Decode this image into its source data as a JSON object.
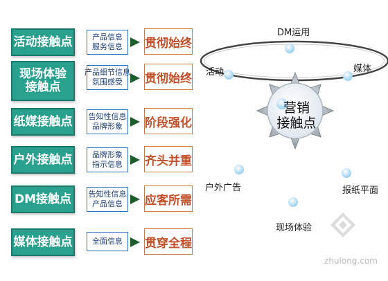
{
  "rows": [
    {
      "touchpoint": "活动接触点",
      "info": [
        "产品信息",
        "服务信息"
      ],
      "result": "贯彻始终"
    },
    {
      "touchpoint": [
        "现场体验",
        "接触点"
      ],
      "info": [
        "产品细节信息",
        "氛围感受"
      ],
      "result": "贯彻始终"
    },
    {
      "touchpoint": "纸媒接触点",
      "info": [
        "告知性信息",
        "品牌形象"
      ],
      "result": "阶段强化"
    },
    {
      "touchpoint": "户外接触点",
      "info": [
        "品牌形象",
        "指示信息"
      ],
      "result": "齐头并重"
    },
    {
      "touchpoint": "DM接触点",
      "info": [
        "告知性信息",
        "产品信息"
      ],
      "result": "应客所需"
    },
    {
      "touchpoint": "媒体接触点",
      "info": [
        "全面信息"
      ],
      "result": "贯穿全程"
    }
  ],
  "hub": {
    "line1": "营销",
    "line2": "接触点"
  },
  "orbit_labels": {
    "dm": "DM运用",
    "activity": "活动",
    "media": "媒体",
    "outdoor": "户外广告",
    "print": "报纸平面",
    "experience": "现场体验"
  },
  "watermark": "zhulong.com",
  "colors": {
    "touch_bg": "#2aa08f",
    "info_border": "#2a6fb5",
    "arrow": "#1c5e2a",
    "result_text": "#c2502a"
  }
}
